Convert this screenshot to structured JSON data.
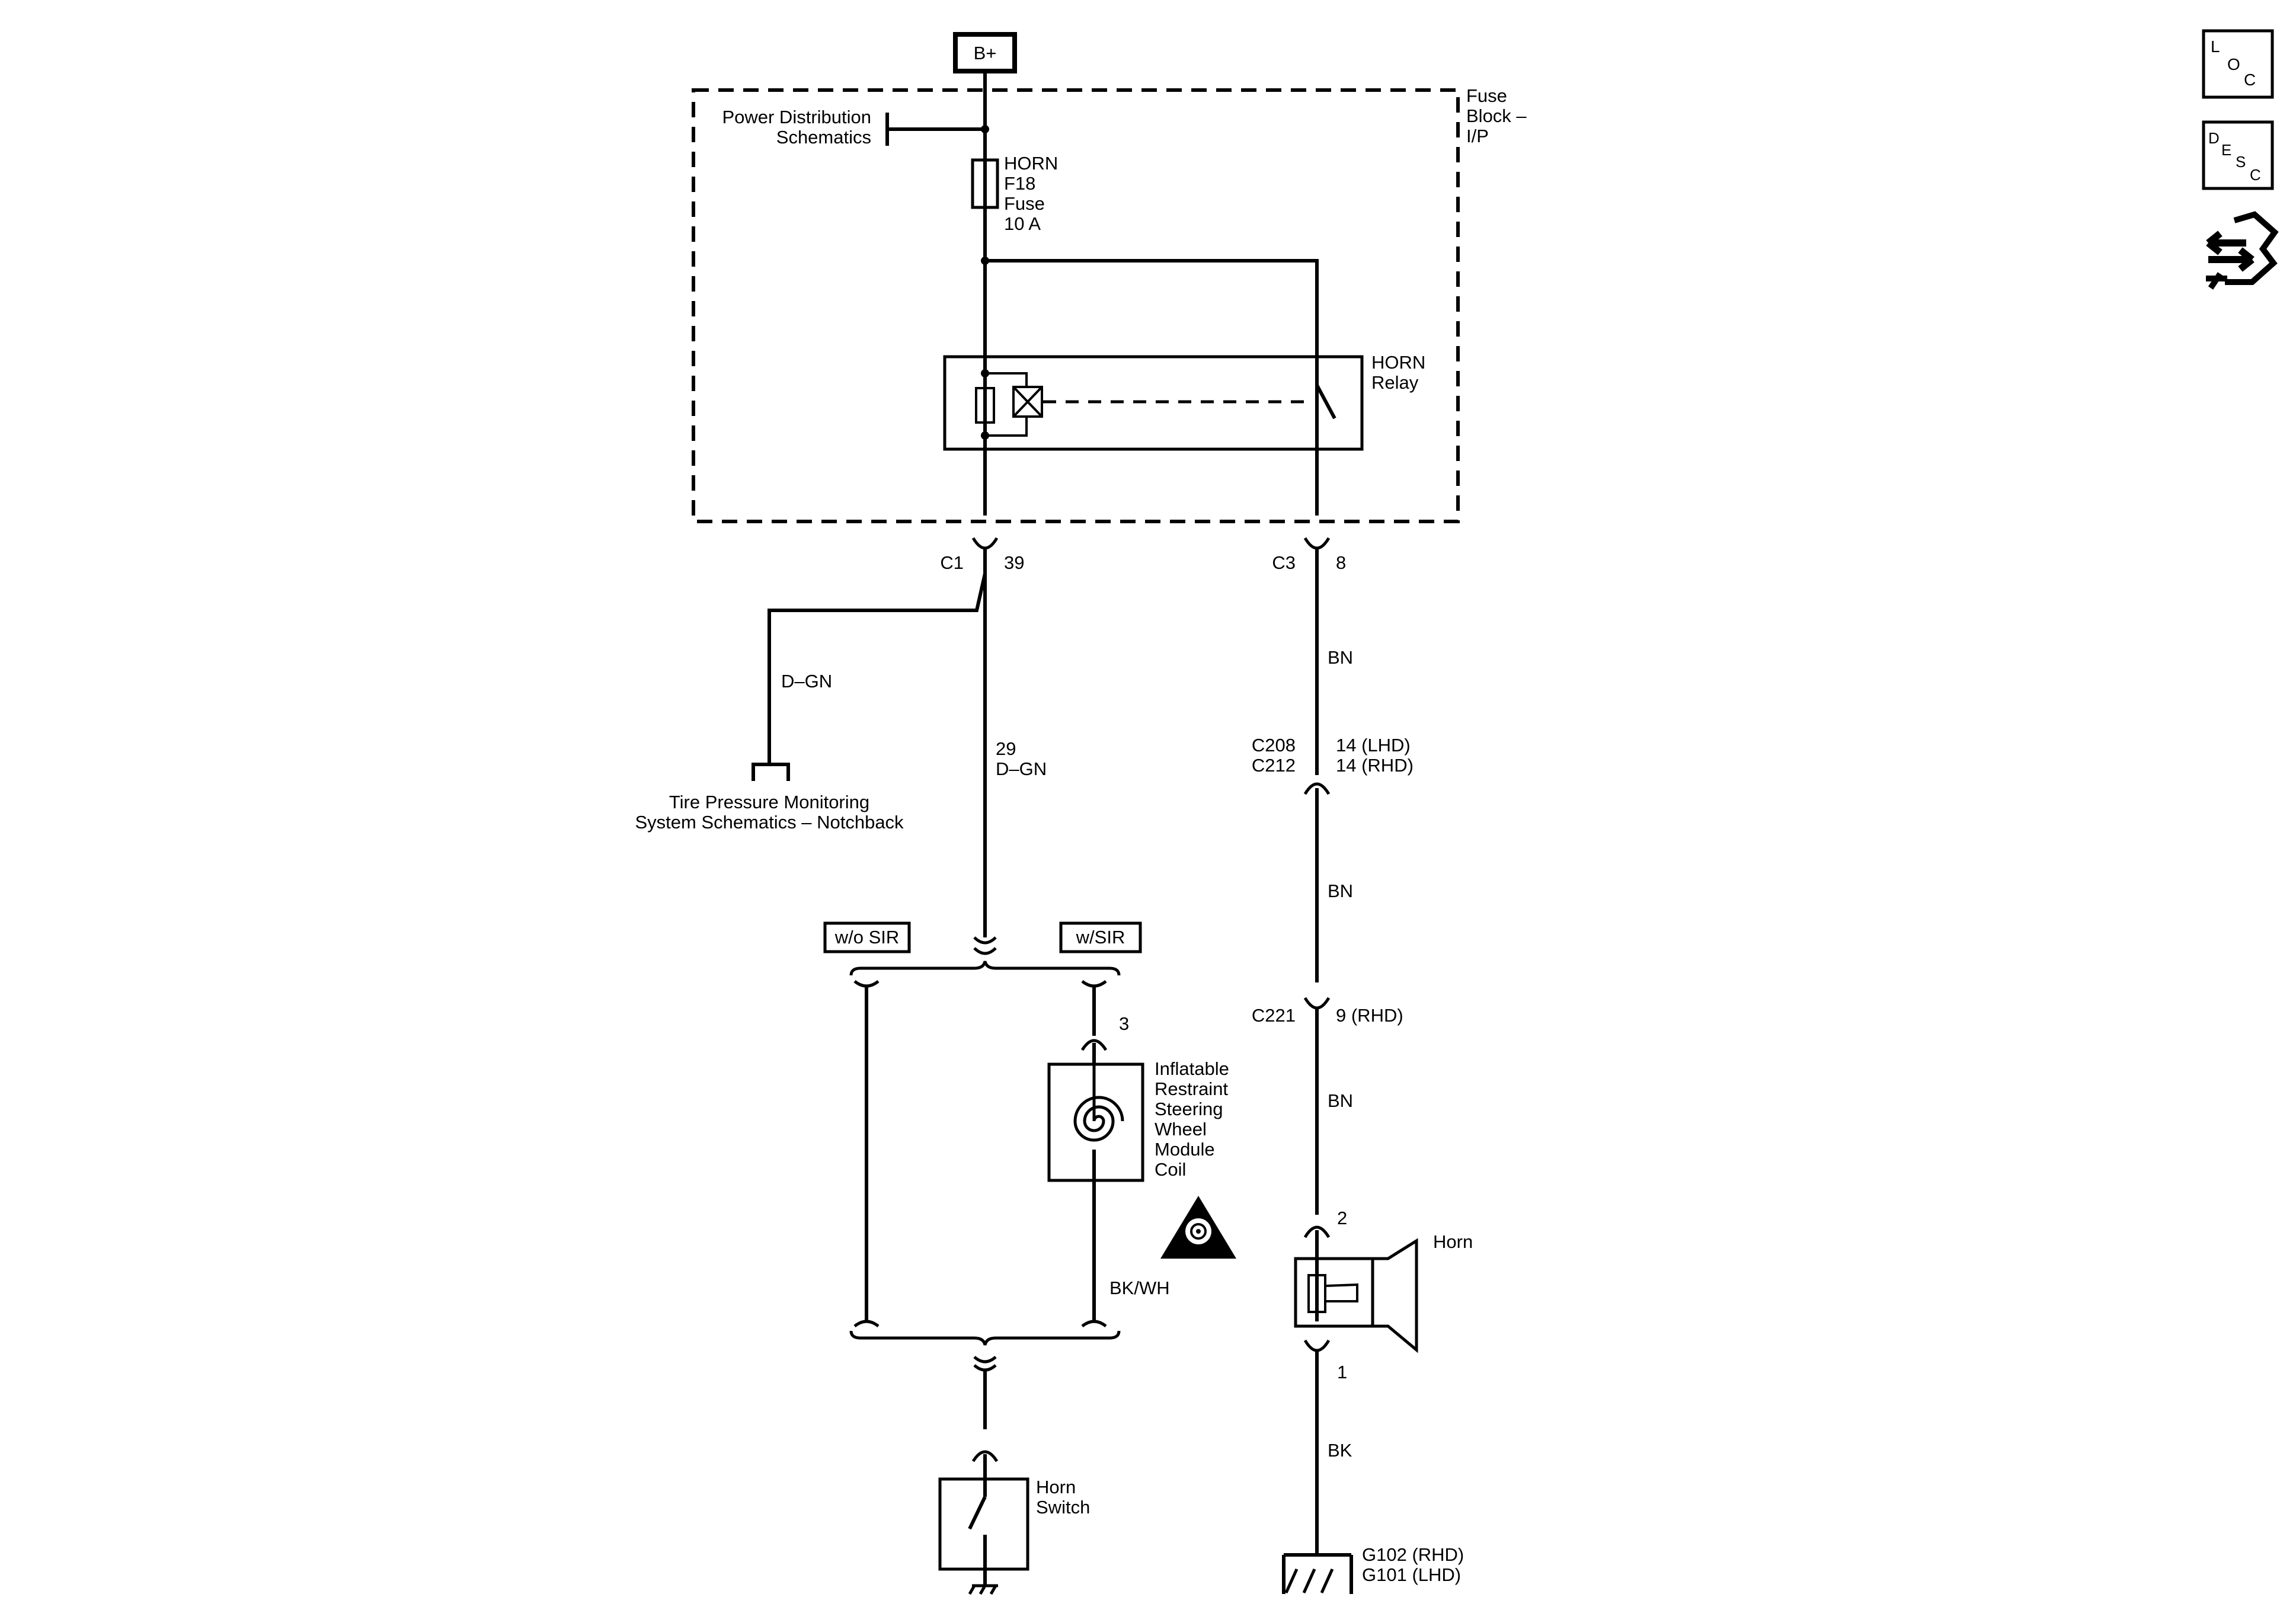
{
  "diagram": {
    "supply": {
      "label": "B+"
    },
    "fuse_block": {
      "label_lines": [
        "Fuse",
        "Block –",
        "I/P"
      ]
    },
    "power_distribution": {
      "label_lines": [
        "Power Distribution",
        "Schematics"
      ]
    },
    "fuse": {
      "label_lines": [
        "HORN",
        "F18",
        "Fuse",
        "10 A"
      ]
    },
    "relay": {
      "label_lines": [
        "HORN",
        "Relay"
      ]
    },
    "connectors": {
      "c1": {
        "name": "C1",
        "pin": "39"
      },
      "c3": {
        "name": "C3",
        "pin": "8"
      },
      "c208": {
        "name": "C208",
        "pin": "14 (LHD)"
      },
      "c212": {
        "name": "C212",
        "pin": "14 (RHD)"
      },
      "c221": {
        "name": "C221",
        "pin": "9 (RHD)"
      },
      "coil_pin": "3",
      "horn_pin_top": "2",
      "horn_pin_bottom": "1",
      "circuit_29": "29"
    },
    "wires": {
      "d_gn_branch": "D–GN",
      "d_gn_main": "D–GN",
      "bn_1": "BN",
      "bn_2": "BN",
      "bn_3": "BN",
      "bk_wh": "BK/WH",
      "bk": "BK"
    },
    "tpms": {
      "label_lines": [
        "Tire Pressure Monitoring",
        "System Schematics – Notchback"
      ]
    },
    "options": {
      "without_sir": "w/o SIR",
      "with_sir": "w/SIR"
    },
    "coil": {
      "label_lines": [
        "Inflatable",
        "Restraint",
        "Steering",
        "Wheel",
        "Module",
        "Coil"
      ]
    },
    "horn_switch": {
      "label_lines": [
        "Horn",
        "Switch"
      ]
    },
    "horn": {
      "label": "Horn"
    },
    "grounds": {
      "g102": "G102 (RHD)",
      "g101": "G101 (LHD)"
    }
  },
  "side_icons": {
    "loc": {
      "letters": [
        "L",
        "O",
        "C"
      ],
      "icon": "loc-icon"
    },
    "desc": {
      "letters": [
        "D",
        "E",
        "S",
        "C"
      ],
      "icon": "desc-icon"
    },
    "connector_end_view": {
      "icon": "connector-arrows-icon"
    }
  }
}
